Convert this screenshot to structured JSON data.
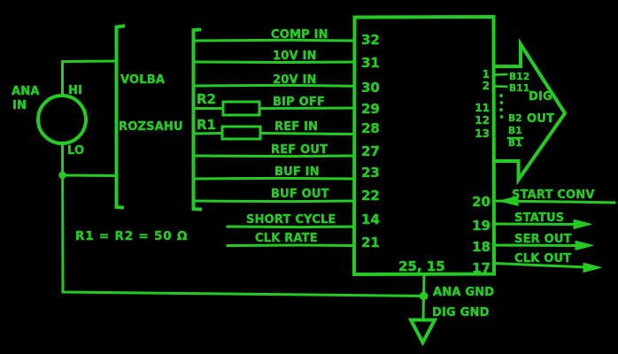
{
  "colors": {
    "background": "#000000",
    "ink": "#24cb24"
  },
  "icons": {
    "ground_symbol": "downward-open-triangle",
    "digital_bus": "large-right-arrow",
    "junction": "filled-dot",
    "omitted_pins": "vertical-ellipsis-dots"
  },
  "source": {
    "label_line1": "ANA",
    "label_line2": "IN",
    "hi": "HI",
    "lo": "LO"
  },
  "selector": {
    "label_line1": "VOLBA",
    "label_line2": "ROZSAHU"
  },
  "note": "R1 = R2 = 50 Ω",
  "resistors": [
    {
      "name": "R2"
    },
    {
      "name": "R1"
    }
  ],
  "chip": {
    "left_pins": [
      {
        "number": "32",
        "label": "COMP IN"
      },
      {
        "number": "31",
        "label": "10V IN"
      },
      {
        "number": "30",
        "label": "20V IN"
      },
      {
        "number": "29",
        "label": "BIP OFF"
      },
      {
        "number": "28",
        "label": "REF IN"
      },
      {
        "number": "27",
        "label": "REF OUT"
      },
      {
        "number": "23",
        "label": "BUF IN"
      },
      {
        "number": "22",
        "label": "BUF OUT"
      },
      {
        "number": "14",
        "label": "SHORT CYCLE"
      },
      {
        "number": "21",
        "label": "CLK RATE"
      }
    ],
    "data_bits": {
      "pins": [
        {
          "number": "1",
          "label": "B12"
        },
        {
          "number": "2",
          "label": "B11"
        },
        {
          "number": "11",
          "label": "B2"
        },
        {
          "number": "12",
          "label": "B1"
        },
        {
          "number": "13",
          "label": "B1",
          "complement": true
        }
      ],
      "bus_label_line1": "DIG",
      "bus_label_line2": "OUT"
    },
    "control_pins": [
      {
        "number": "20",
        "label": "START CONV",
        "direction": "in"
      },
      {
        "number": "19",
        "label": "STATUS",
        "direction": "out"
      },
      {
        "number": "18",
        "label": "SER OUT",
        "direction": "out"
      },
      {
        "number": "17",
        "label": "CLK OUT",
        "direction": "out"
      }
    ],
    "ground": {
      "pin_numbers": "25, 15",
      "label_line1": "ANA GND",
      "label_line2": "DIG GND"
    }
  }
}
